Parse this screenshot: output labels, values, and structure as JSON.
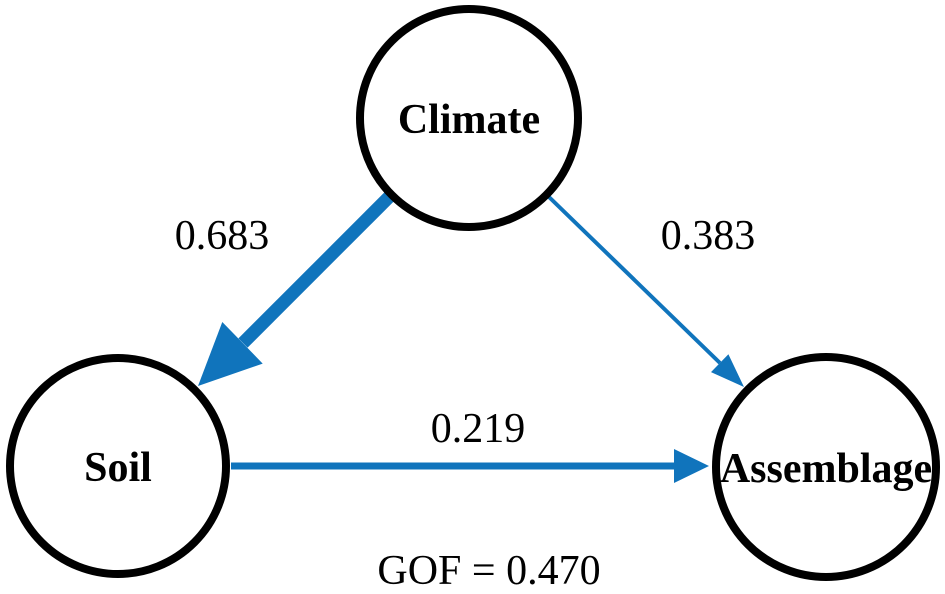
{
  "diagram": {
    "type": "structural-equation-path-diagram",
    "nodes": [
      {
        "id": "climate",
        "label": "Climate"
      },
      {
        "id": "soil",
        "label": "Soil"
      },
      {
        "id": "assemblage",
        "label": "Assemblage"
      }
    ],
    "edges": [
      {
        "from": "Climate",
        "to": "Soil",
        "coefficient": "0.683",
        "weight": "thick"
      },
      {
        "from": "Climate",
        "to": "Assemblage",
        "coefficient": "0.383",
        "weight": "thin"
      },
      {
        "from": "Soil",
        "to": "Assemblage",
        "coefficient": "0.219",
        "weight": "medium"
      }
    ],
    "goodness_of_fit": "GOF = 0.470"
  },
  "colors": {
    "edge": "#1074BC",
    "node_stroke": "#000000",
    "text": "#000000",
    "background": "#FFFFFF"
  }
}
